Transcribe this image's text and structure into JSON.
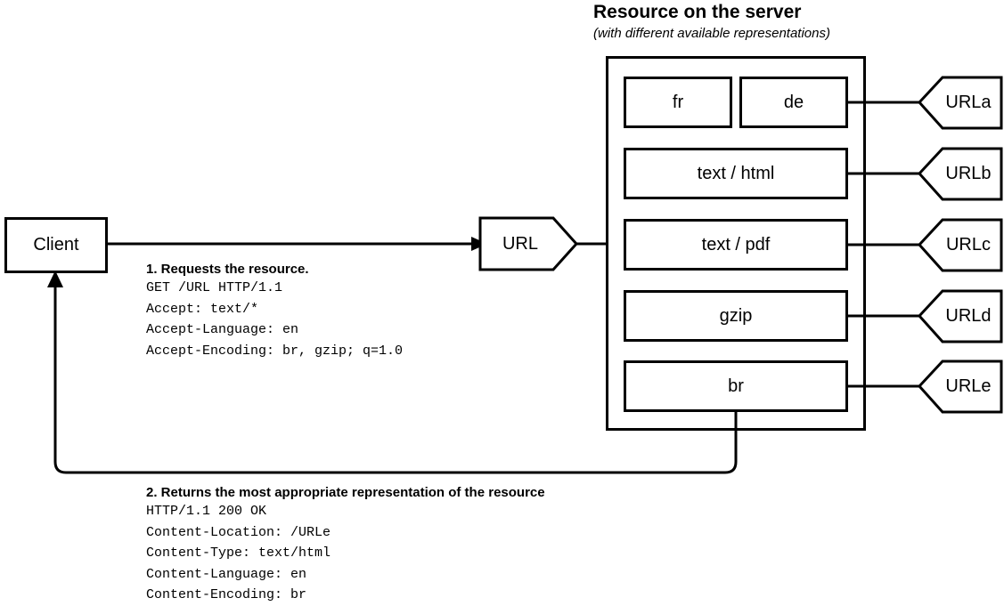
{
  "diagram": {
    "title": "Resource on the server",
    "subtitle": "(with different available representations)",
    "client": {
      "label": "Client"
    },
    "url_node": {
      "label": "URL"
    },
    "representations": [
      {
        "label": "fr",
        "variant": "half-left"
      },
      {
        "label": "de",
        "variant": "half-right"
      },
      {
        "label": "text / html",
        "variant": "full"
      },
      {
        "label": "text / pdf",
        "variant": "full"
      },
      {
        "label": "gzip",
        "variant": "full"
      },
      {
        "label": "br",
        "variant": "full"
      }
    ],
    "urls": [
      {
        "label": "URLa"
      },
      {
        "label": "URLb"
      },
      {
        "label": "URLc"
      },
      {
        "label": "URLd"
      },
      {
        "label": "URLe"
      }
    ],
    "request": {
      "heading": "1. Requests the resource.",
      "lines": [
        "GET /URL HTTP/1.1",
        "Accept: text/*",
        "Accept-Language: en",
        "Accept-Encoding: br, gzip; q=1.0"
      ]
    },
    "response": {
      "heading": "2. Returns the most appropriate representation of the resource",
      "lines": [
        "HTTP/1.1 200 OK",
        "Content-Location: /URLe",
        "Content-Type: text/html",
        "Content-Language: en",
        "Content-Encoding: br"
      ]
    },
    "colors": {
      "stroke": "#000000",
      "background": "#ffffff"
    }
  }
}
